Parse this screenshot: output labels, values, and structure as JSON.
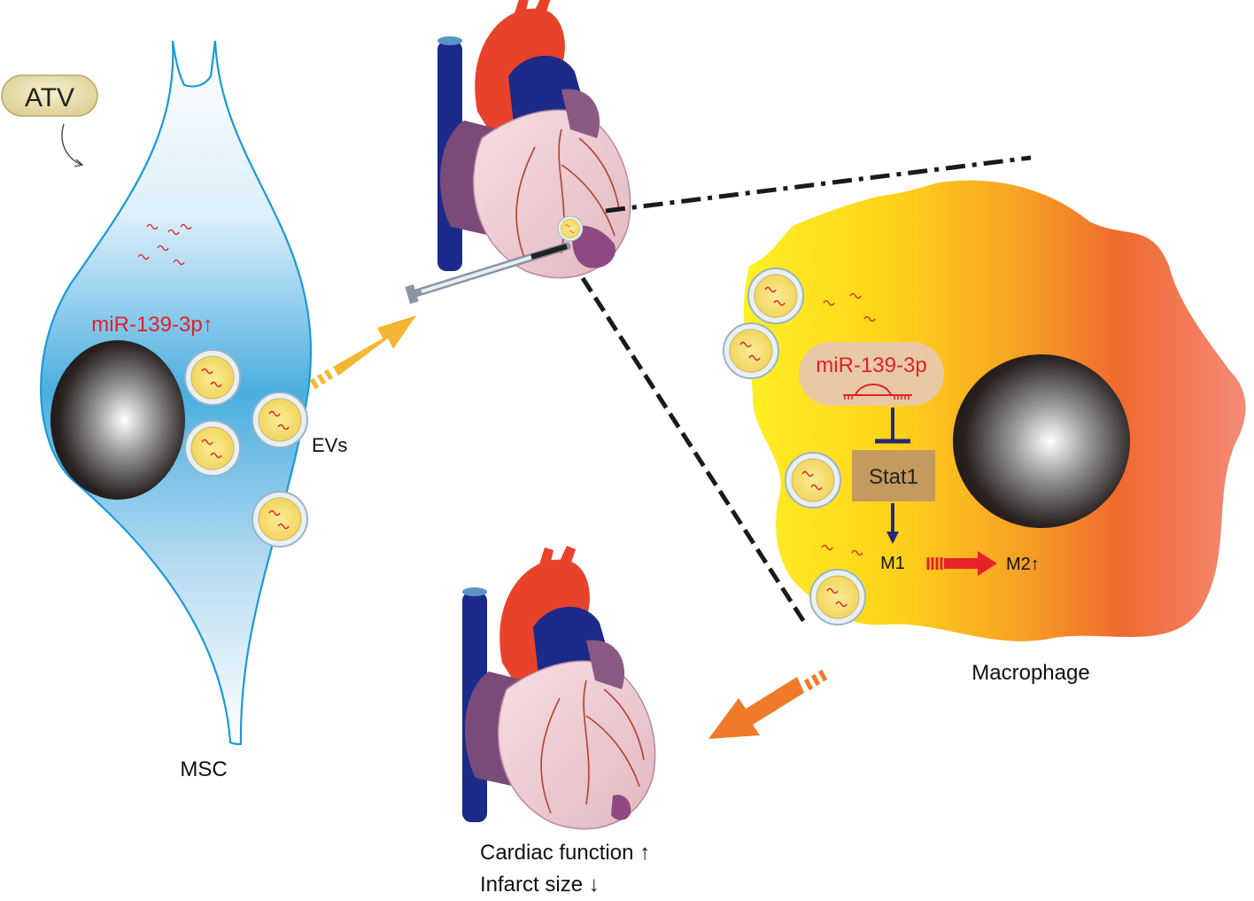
{
  "labels": {
    "atv": "ATV",
    "msc_mirna": "miR-139-3p↑",
    "evs": "EVs",
    "msc": "MSC",
    "macrophage_mirna": "miR-139-3p",
    "stat1": "Stat1",
    "m1": "M1",
    "m2": "M2↑",
    "macrophage": "Macrophage",
    "outcome_function": "Cardiac function ↑",
    "outcome_infarct": "Infarct size ↓"
  },
  "colors": {
    "msc_blue": "#1a9ad6",
    "mirna_red": "#e0202a",
    "ev_fill": "#f7e27a",
    "arrow_gold": "#f5b731",
    "arrow_orange": "#ef7b2a",
    "stat1_box": "#c49a5f",
    "inhibit_navy": "#23297a",
    "heart_red": "#e8432a",
    "heart_blue": "#1c2a8a"
  },
  "icons": {
    "tablet": "atv-tablet-icon",
    "vesicle": "extracellular-vesicle-icon",
    "heart": "heart-icon",
    "syringe": "syringe-icon",
    "nucleus": "nucleus-icon"
  }
}
